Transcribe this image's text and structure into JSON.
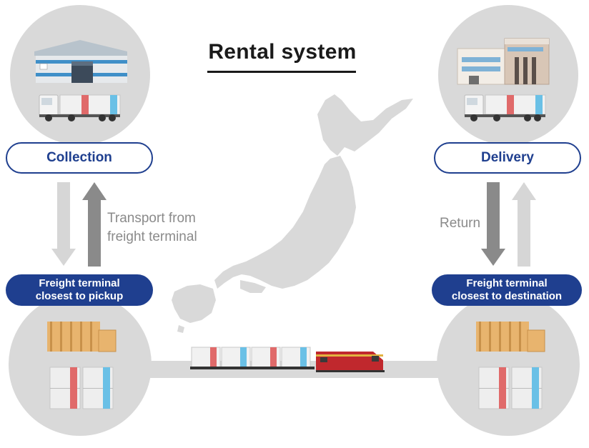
{
  "title": "Rental system",
  "nodes": {
    "collection": "Collection",
    "delivery": "Delivery",
    "pickup_terminal": [
      "Freight terminal",
      "closest to pickup"
    ],
    "destination_terminal": [
      "Freight terminal",
      "closest to destination"
    ]
  },
  "notes": {
    "transport_from": [
      "Transport from",
      "freight terminal"
    ],
    "return": "Return"
  },
  "colors": {
    "navy": "#1f3f8f",
    "circle": "#d9d9d9",
    "arrow_dark": "#8a8a8a",
    "arrow_light": "#d6d6d6",
    "container_red": "#e06a6a",
    "container_blue": "#6ac0e6",
    "locomotive": "#c0282d"
  },
  "icons": [
    "warehouse-icon",
    "truck-icon",
    "factory-icon",
    "japan-map-icon",
    "freight-train-icon",
    "container-stack-icon",
    "cardboard-box-icon"
  ]
}
